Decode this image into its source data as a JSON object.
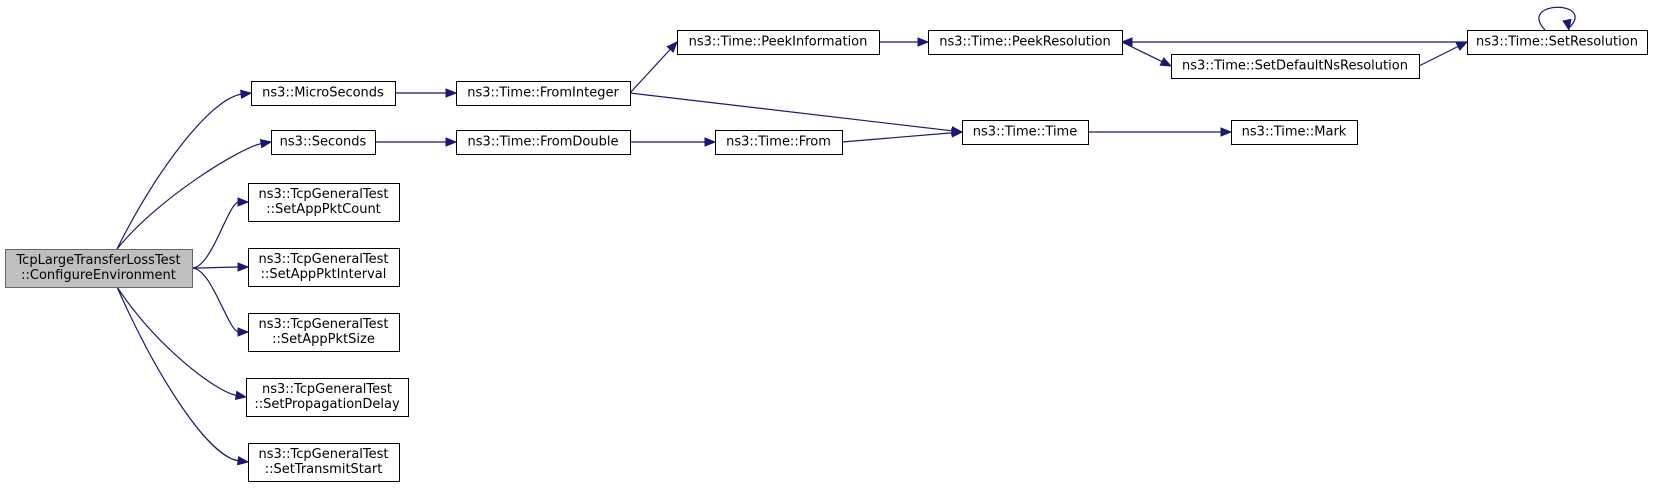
{
  "diagram": {
    "type": "call-graph",
    "edge_color": "#191970",
    "root_fill": "#bfbfbf",
    "nodes": [
      {
        "id": "root",
        "lines": [
          "TcpLargeTransferLossTest",
          "::ConfigureEnvironment"
        ],
        "root": true
      },
      {
        "id": "micro",
        "lines": [
          "ns3::MicroSeconds"
        ]
      },
      {
        "id": "seconds",
        "lines": [
          "ns3::Seconds"
        ]
      },
      {
        "id": "count",
        "lines": [
          "ns3::TcpGeneralTest",
          "::SetAppPktCount"
        ]
      },
      {
        "id": "interval",
        "lines": [
          "ns3::TcpGeneralTest",
          "::SetAppPktInterval"
        ]
      },
      {
        "id": "size",
        "lines": [
          "ns3::TcpGeneralTest",
          "::SetAppPktSize"
        ]
      },
      {
        "id": "delay",
        "lines": [
          "ns3::TcpGeneralTest",
          "::SetPropagationDelay"
        ]
      },
      {
        "id": "start",
        "lines": [
          "ns3::TcpGeneralTest",
          "::SetTransmitStart"
        ]
      },
      {
        "id": "fromint",
        "lines": [
          "ns3::Time::FromInteger"
        ]
      },
      {
        "id": "fromdbl",
        "lines": [
          "ns3::Time::FromDouble"
        ]
      },
      {
        "id": "from",
        "lines": [
          "ns3::Time::From"
        ]
      },
      {
        "id": "peekinfo",
        "lines": [
          "ns3::Time::PeekInformation"
        ]
      },
      {
        "id": "peekres",
        "lines": [
          "ns3::Time::PeekResolution"
        ]
      },
      {
        "id": "setdef",
        "lines": [
          "ns3::Time::SetDefaultNsResolution"
        ]
      },
      {
        "id": "setres",
        "lines": [
          "ns3::Time::SetResolution"
        ]
      },
      {
        "id": "time",
        "lines": [
          "ns3::Time::Time"
        ]
      },
      {
        "id": "mark",
        "lines": [
          "ns3::Time::Mark"
        ]
      }
    ],
    "edges": [
      {
        "from": "root",
        "to": "micro"
      },
      {
        "from": "root",
        "to": "seconds"
      },
      {
        "from": "root",
        "to": "count"
      },
      {
        "from": "root",
        "to": "interval"
      },
      {
        "from": "root",
        "to": "size"
      },
      {
        "from": "root",
        "to": "delay"
      },
      {
        "from": "root",
        "to": "start"
      },
      {
        "from": "micro",
        "to": "fromint"
      },
      {
        "from": "seconds",
        "to": "fromdbl"
      },
      {
        "from": "fromint",
        "to": "peekinfo"
      },
      {
        "from": "fromint",
        "to": "time"
      },
      {
        "from": "fromdbl",
        "to": "from"
      },
      {
        "from": "from",
        "to": "time"
      },
      {
        "from": "peekinfo",
        "to": "peekres"
      },
      {
        "from": "peekres",
        "to": "setdef"
      },
      {
        "from": "setdef",
        "to": "setres"
      },
      {
        "from": "setres",
        "to": "peekres"
      },
      {
        "from": "setres",
        "to": "setres"
      },
      {
        "from": "time",
        "to": "mark"
      }
    ]
  }
}
